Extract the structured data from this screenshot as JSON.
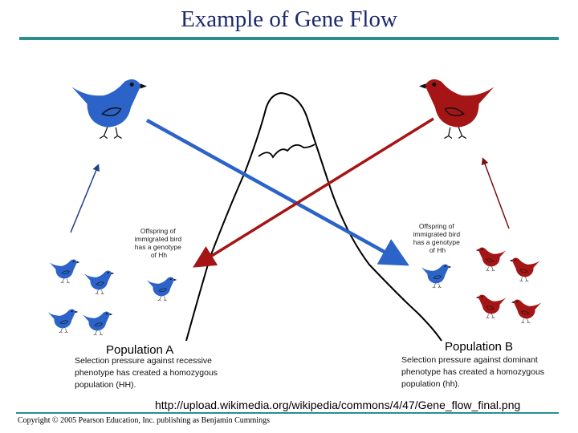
{
  "title": "Example of Gene Flow",
  "population_a": {
    "label": "Population A",
    "desc": [
      "Selection pressure against recessive",
      "phenotype has created a homozygous",
      "population (HH)."
    ]
  },
  "population_b": {
    "label": "Population B",
    "desc": [
      "Selection pressure against dominant",
      "phenotype has created a homozygous",
      "population (hh)."
    ]
  },
  "offspring_left": [
    "Offspring of",
    "immigrated bird",
    "has a genotype",
    "of Hh"
  ],
  "offspring_right": [
    "Offspring of",
    "immigrated bird",
    "has a genotype",
    "of Hh"
  ],
  "source_url": "http://upload.wikimedia.org/wikipedia/commons/4/47/Gene_flow_final.png",
  "copyright": "Copyright © 2005 Pearson Education, Inc. publishing as Benjamin Cummings",
  "colors": {
    "blue_bird": "#2c63c8",
    "red_bird": "#a51515",
    "title": "#1e2a6e",
    "rule": "#2a8f8f"
  }
}
